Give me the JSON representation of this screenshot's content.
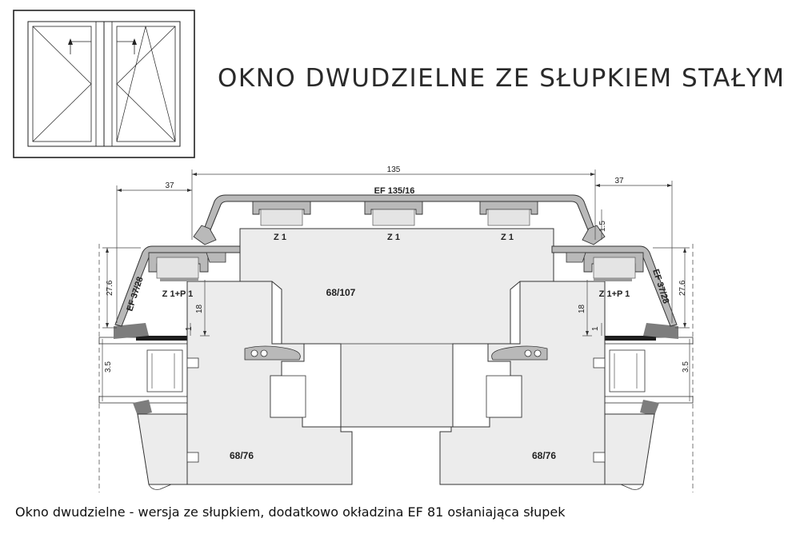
{
  "header": {
    "title": "OKNO DWUDZIELNE ZE SŁUPKIEM STAŁYM"
  },
  "caption": "Okno dwudzielne - wersja ze słupkiem, dodatkowo okładzina EF 81 osłaniająca słupek",
  "drawing": {
    "dim_overall": "135",
    "dim_left_top": "37",
    "dim_right_top": "37",
    "profile_top": "EF 135/16",
    "seal_left": "Z 1",
    "seal_center": "Z 1",
    "seal_right": "Z 1",
    "center_profile": "68/107",
    "left_seal": "Z 1+P 1",
    "right_seal": "Z 1+P 1",
    "left_cover": "EF 37/28",
    "right_cover": "EF 37/28",
    "dim_left_height": "27.6",
    "dim_right_height": "27.6",
    "dim_left_18": "18",
    "dim_right_18": "18",
    "dim_left_1": "1",
    "dim_right_1": "1",
    "dim_left_glass": "3.5",
    "dim_right_glass": "3.5",
    "dim_gap": "1.5",
    "sash_left": "68/76",
    "sash_right": "68/76"
  },
  "colors": {
    "profile_fill": "#ececec",
    "line": "#333333",
    "alu": "#b9b9b9",
    "gasket": "#7d7d7d",
    "glass_dark": "#1e1e1e"
  }
}
